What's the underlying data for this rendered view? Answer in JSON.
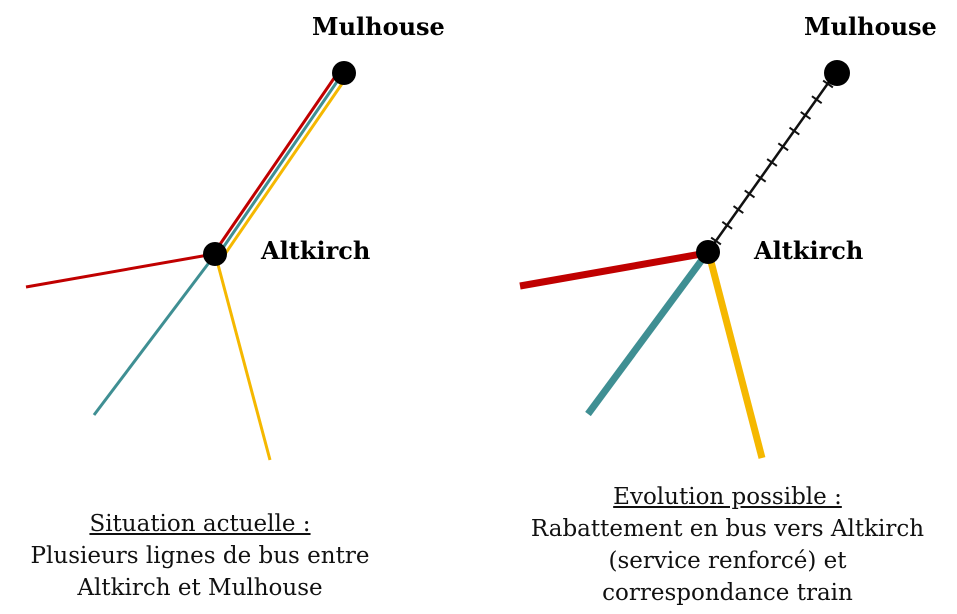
{
  "colors": {
    "red_line": "#c00000",
    "teal_line": "#3f8f93",
    "yellow_line": "#f5b800",
    "rail": "#111111",
    "node": "#000000"
  },
  "left_panel": {
    "city_top": "Mulhouse",
    "city_hub": "Altkirch",
    "caption_heading": "Situation actuelle :",
    "caption_line1": "Plusieurs lignes de bus entre",
    "caption_line2": "Altkirch et Mulhouse"
  },
  "right_panel": {
    "city_top": "Mulhouse",
    "city_hub": "Altkirch",
    "caption_heading": "Evolution possible :",
    "caption_line1": "Rabattement en bus vers Altkirch",
    "caption_line2": "(service renforcé) et",
    "caption_line3": "correspondance train"
  }
}
